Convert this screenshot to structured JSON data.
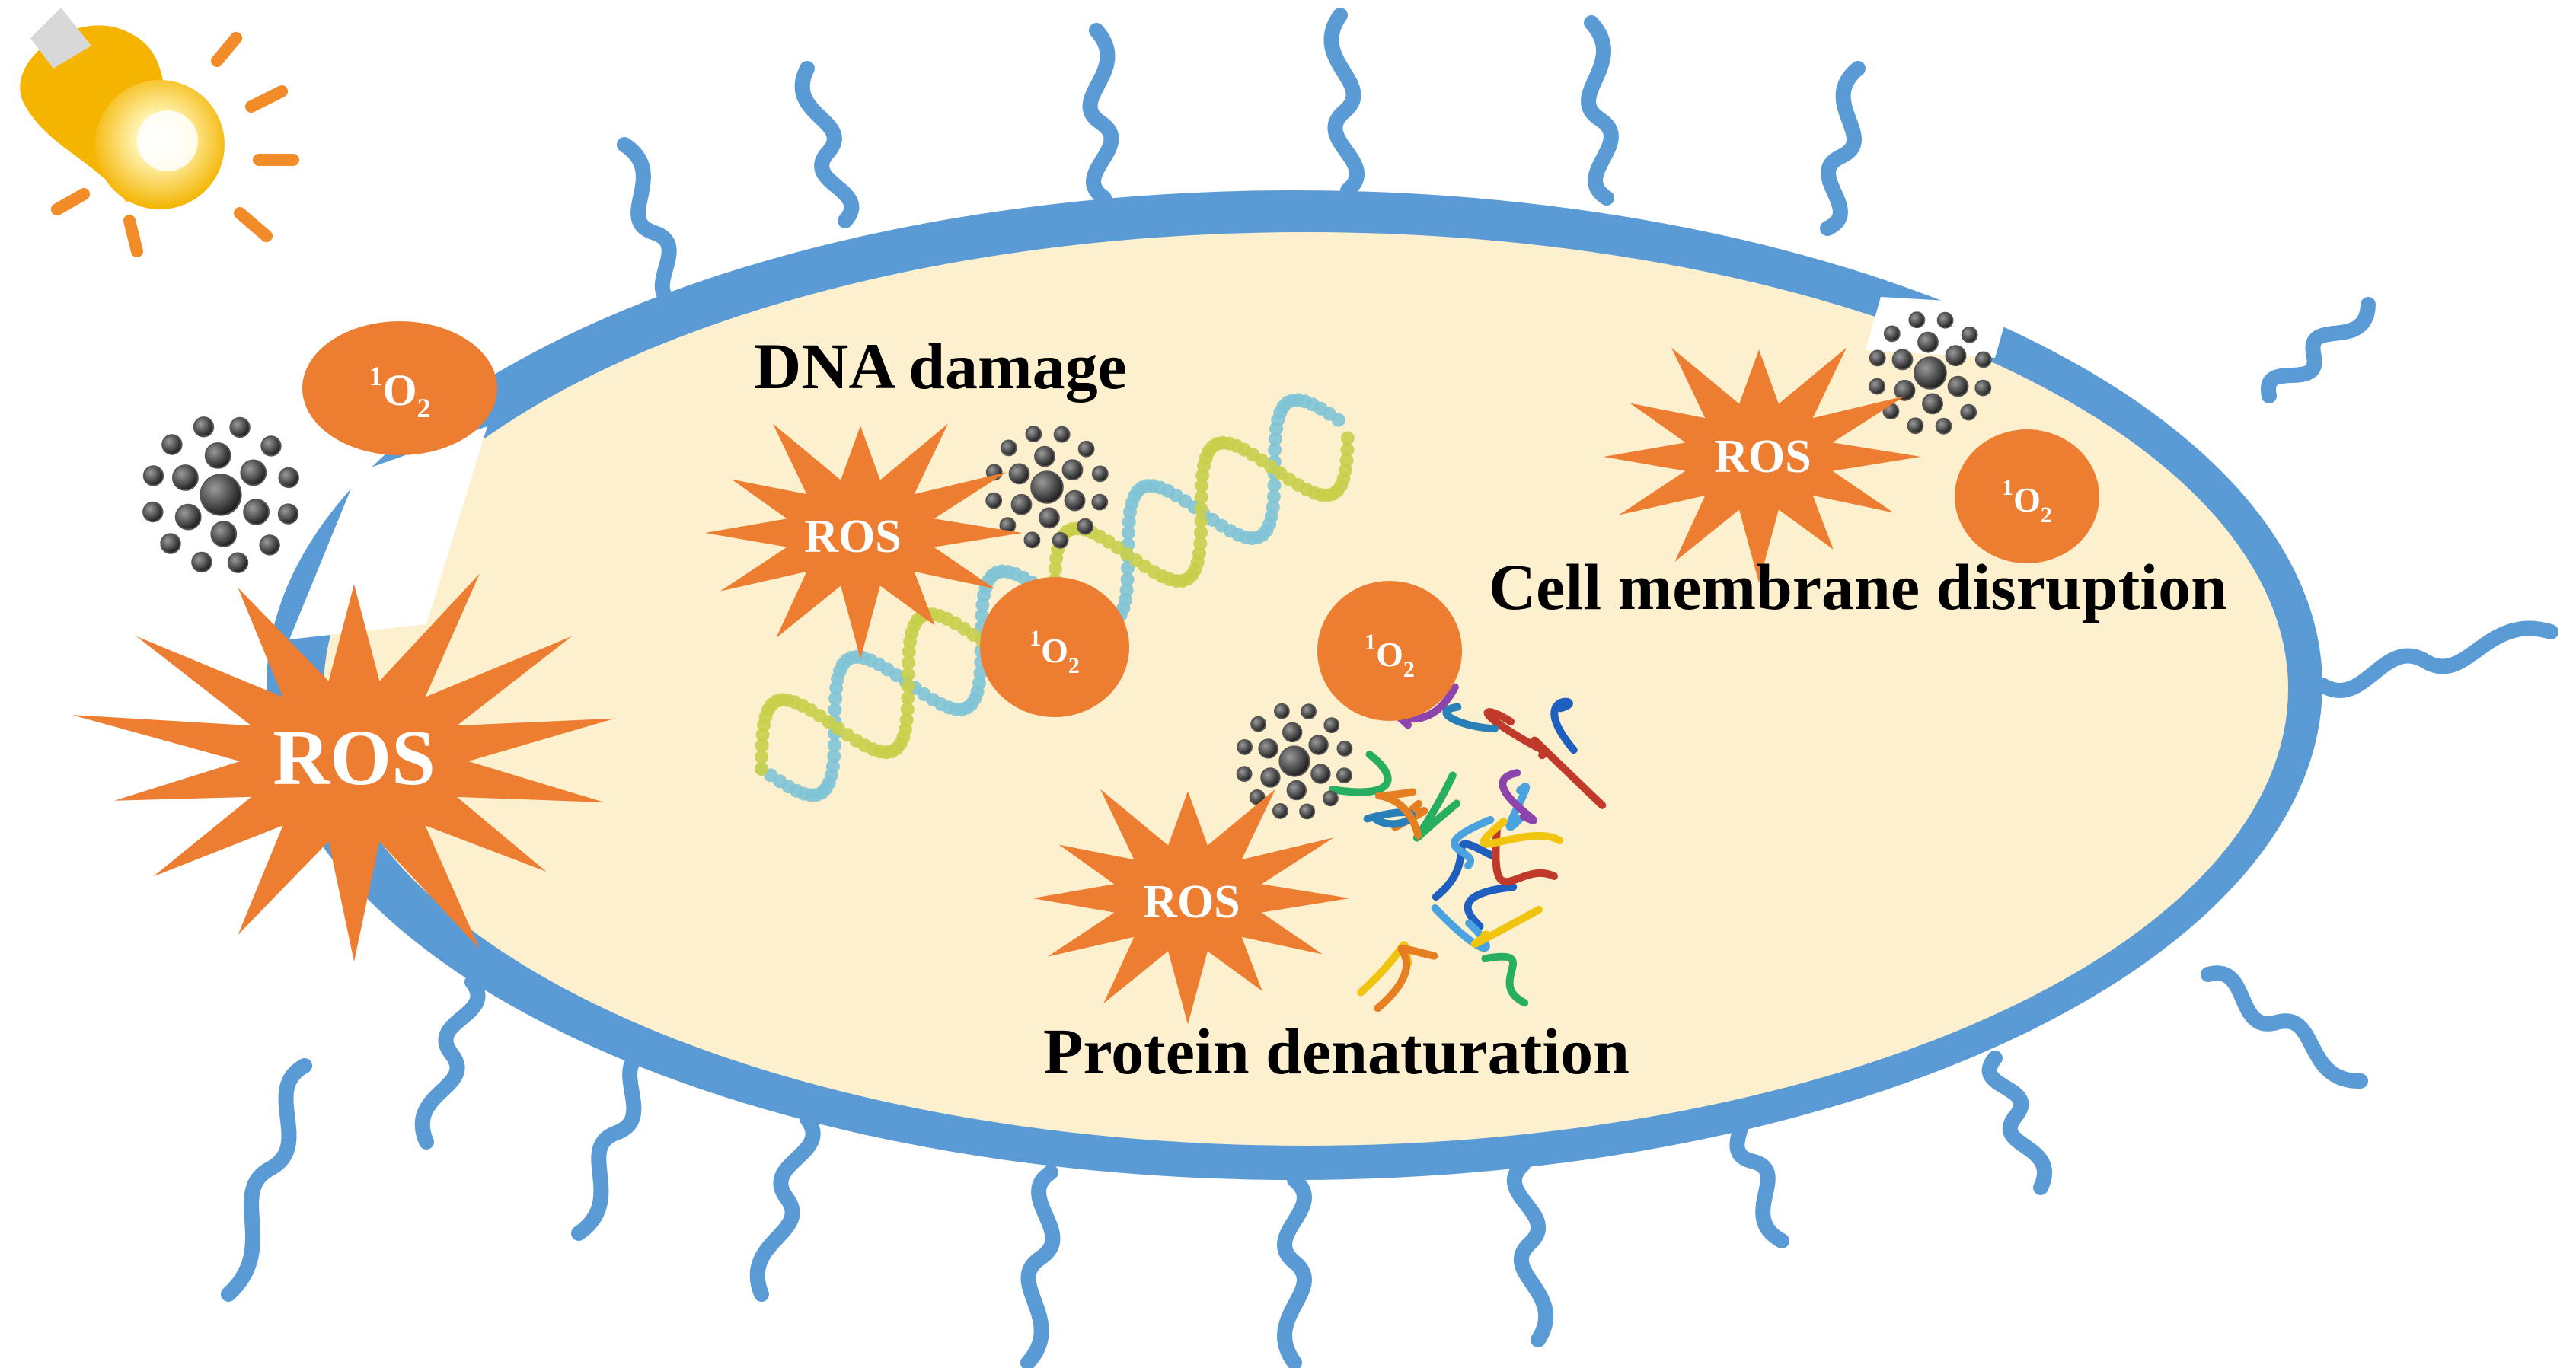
{
  "labels": {
    "dna_damage": "DNA damage",
    "membrane_disruption": "Cell membrane disruption",
    "protein_denaturation": "Protein denaturation"
  },
  "ros_label": "ROS",
  "singlet_oxygen": {
    "superscript": "1",
    "base": "O",
    "subscript": "2"
  },
  "icons": [
    "light-bulb-icon",
    "fullerene-icon",
    "dna-helix-icon",
    "protein-ribbon-icon"
  ],
  "colors": {
    "membrane": "#5b9bd5",
    "cytoplasm": "#fdf0cf",
    "ros_burst": "#ed7d31",
    "singlet_oxygen_badge": "#ed7d31",
    "bulb_glow": "#f4b400",
    "fullerene": "#3a3a3a",
    "label_text": "#000000"
  }
}
